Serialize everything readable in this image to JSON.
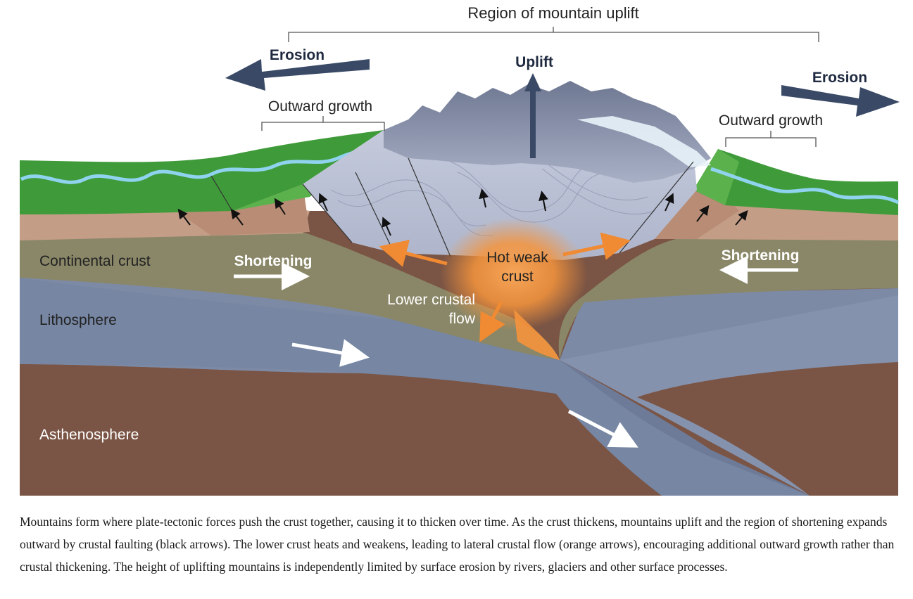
{
  "diagram": {
    "region_label": "Region of mountain uplift",
    "erosion_left": "Erosion",
    "erosion_right": "Erosion",
    "uplift": "Uplift",
    "outward_growth_left": "Outward growth",
    "outward_growth_right": "Outward growth",
    "continental_crust": "Continental crust",
    "lithosphere": "Lithosphere",
    "asthenosphere": "Asthenosphere",
    "shortening_left": "Shortening",
    "shortening_right": "Shortening",
    "hot_weak_crust_line1": "Hot weak",
    "hot_weak_crust_line2": "crust",
    "lower_crustal_flow_line1": "Lower crustal",
    "lower_crustal_flow_line2": "flow",
    "colors": {
      "asthenosphere": "#7a5444",
      "lithosphere": "#7d8aa5",
      "continental_crust": "#8a8768",
      "sediment": "#c49d87",
      "grass": "#3f9b3a",
      "river": "#8fd3ef",
      "mountain": "#8a93ab",
      "hot_crust": "#f5943c",
      "arrow_dark": "#3a4a66"
    }
  },
  "caption": "Mountains form where plate-tectonic forces push the crust together, causing it to thicken over time. As the crust thickens, mountains uplift and the region of shortening expands outward by crustal faulting (black arrows). The lower crust heats and weakens, leading to lateral crustal flow (orange arrows), encouraging additional outward growth rather than crustal thickening. The height of uplifting mountains is independently limited by surface erosion by rivers, glaciers and other surface processes."
}
